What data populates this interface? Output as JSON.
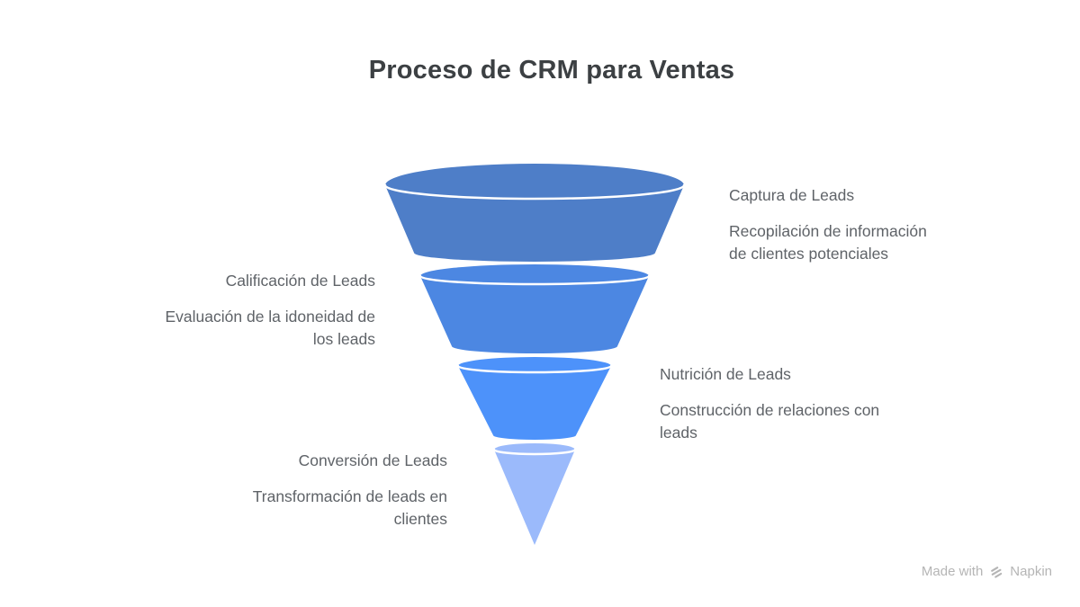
{
  "title": "Proceso de CRM para Ventas",
  "funnel": {
    "stages": [
      {
        "name": "Captura de Leads",
        "description": "Recopilación de información de clientes potenciales",
        "side": "right",
        "color": "#4E7EC8"
      },
      {
        "name": "Calificación de Leads",
        "description": "Evaluación de la idoneidad de los leads",
        "side": "left",
        "color": "#4C87E2"
      },
      {
        "name": "Nutrición de Leads",
        "description": "Construcción de relaciones con leads",
        "side": "right",
        "color": "#4D92FA"
      },
      {
        "name": "Conversión de Leads",
        "description": "Transformación de leads en clientes",
        "side": "left",
        "color": "#9BBAFB"
      }
    ]
  },
  "colors": {
    "background": "#FFFFFF",
    "title_text": "#3C4043",
    "label_text": "#5F6368",
    "rim_highlight": "#FFFFFF",
    "watermark": "#B5B5B5"
  },
  "watermark": {
    "prefix": "Made with",
    "brand": "Napkin"
  }
}
